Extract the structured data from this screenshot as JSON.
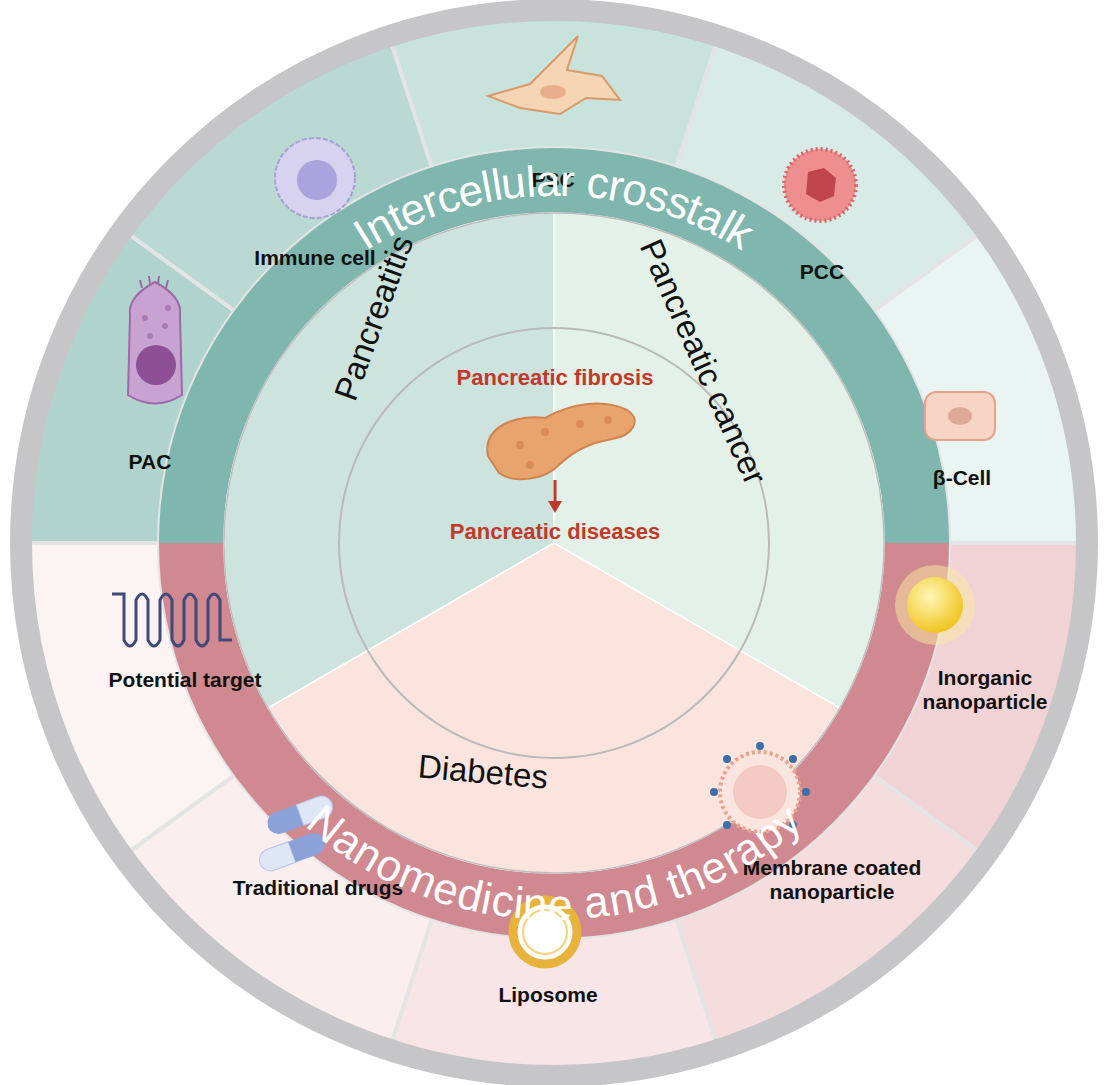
{
  "diagram": {
    "nodes": [
      {
        "text": [
          "PAC"
        ]
      },
      {
        "text": [
          "Immune cell"
        ]
      },
      {
        "text": [
          "PSC"
        ]
      },
      {
        "text": [
          "PCC"
        ]
      },
      {
        "text": [
          "β-Cell"
        ]
      },
      {
        "text": [
          "Inorganic nanoparticle"
        ]
      },
      {
        "text": [
          "Membrane coated nanoparticle"
        ]
      },
      {
        "text": [
          "Liposome"
        ]
      },
      {
        "text": [
          "Traditional drugs"
        ]
      },
      {
        "text": [
          "Potential target"
        ]
      },
      {
        "text": [
          "Intercellular crosstalk"
        ]
      },
      {
        "text": [
          "Nanomedicine and therapy"
        ]
      },
      {
        "text": [
          "Pancreatitis"
        ]
      },
      {
        "text": [
          "Pancreatic cancer"
        ]
      },
      {
        "text": [
          "Diabetes"
        ]
      },
      {
        "text": [
          "Pancreatic fibrosis",
          "Pancreatic diseases"
        ]
      }
    ]
  }
}
